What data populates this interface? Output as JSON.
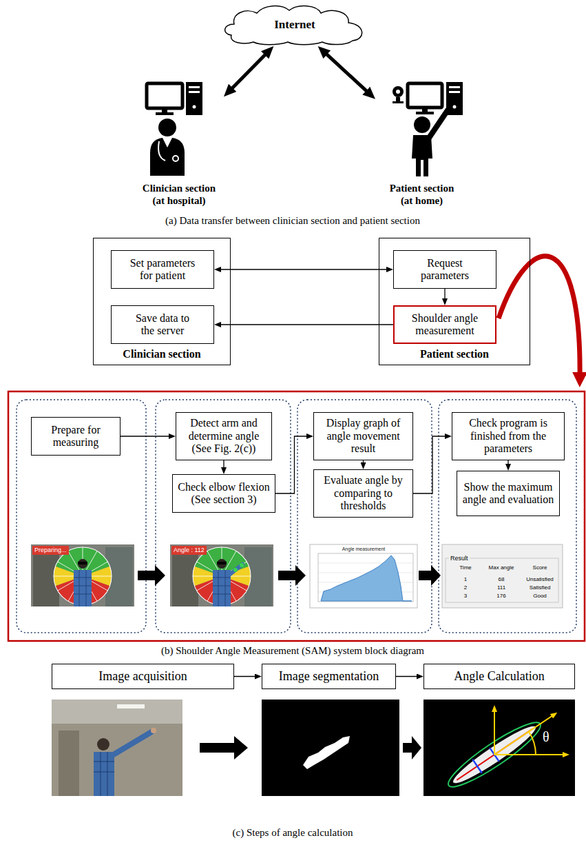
{
  "diagram": {
    "nodes": [
      {
        "text": [
          "Internet"
        ]
      },
      {
        "text": [
          "Clinician section (at hospital)"
        ]
      },
      {
        "text": [
          "Patient section (at home)"
        ]
      },
      {
        "text": [
          "Clinician section"
        ]
      },
      {
        "text": [
          "Set parameters for patient"
        ],
        "in": 3
      },
      {
        "text": [
          "Save data to the server"
        ],
        "in": 3
      },
      {
        "text": [
          "Patient section"
        ]
      },
      {
        "text": [
          "Request parameters"
        ],
        "in": 6
      },
      {
        "text": [
          "Shoulder angle measurement"
        ],
        "in": 6
      },
      {
        "text": [
          "Prepare for measuring"
        ]
      },
      {
        "text": [
          "Detect arm and determine angle (See Fig. 2(c))"
        ]
      },
      {
        "text": [
          "Check elbow flexion (See section 3)"
        ]
      },
      {
        "text": [
          "Display graph of angle movement result"
        ]
      },
      {
        "text": [
          "Evaluate angle by comparing to thresholds"
        ]
      },
      {
        "text": [
          "Check program is finished from the parameters"
        ]
      },
      {
        "text": [
          "Show the maximum angle and evaluation"
        ]
      },
      {
        "text": [
          "Image acquisition"
        ]
      },
      {
        "text": [
          "Image segmentation"
        ]
      },
      {
        "text": [
          "Angle Calculation"
        ]
      }
    ],
    "edges": [
      {
        "from": 0,
        "to": 1,
        "arrow": "both"
      },
      {
        "from": 0,
        "to": 2,
        "arrow": "both"
      },
      {
        "from": 4,
        "to": 7,
        "arrow": "both"
      },
      {
        "from": 7,
        "to": 8,
        "arrow": "to"
      },
      {
        "from": 8,
        "to": 5,
        "arrow": "to"
      },
      {
        "from": 9,
        "to": 10,
        "arrow": "to"
      },
      {
        "from": 10,
        "to": 11,
        "arrow": "to"
      },
      {
        "from": 11,
        "to": 12,
        "arrow": "to"
      },
      {
        "from": 12,
        "to": 13,
        "arrow": "to"
      },
      {
        "from": 13,
        "to": 14,
        "arrow": "to"
      },
      {
        "from": 14,
        "to": 15,
        "arrow": "to"
      },
      {
        "from": 16,
        "to": 17,
        "arrow": "to"
      },
      {
        "from": 17,
        "to": 18,
        "arrow": "to"
      }
    ],
    "labels": [
      "(a) Data transfer between clinician section and patient section",
      "Preparing...",
      "Angle : 112",
      "Angle measurement",
      "Result",
      "Time",
      "Max angle",
      "Score",
      "1",
      "68",
      "Unsatisfied",
      "2",
      "111",
      "Satisfied",
      "3",
      "176",
      "Good",
      "(b) Shoulder Angle Measurement (SAM) system block diagram",
      "θ",
      "(c) Steps of angle calculation"
    ]
  }
}
